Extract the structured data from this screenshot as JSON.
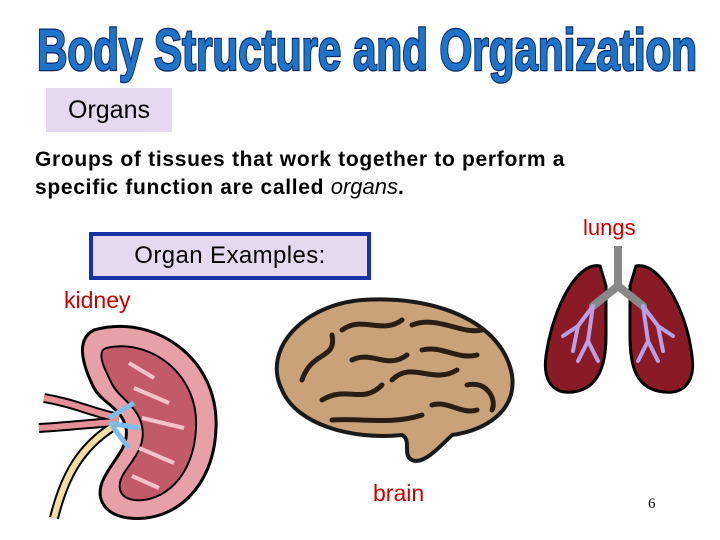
{
  "slide": {
    "title": "Body Structure and Organization",
    "section_label": "Organs",
    "definition_text": "Groups of tissues that work together to perform a specific function are called ",
    "definition_term": "organs",
    "definition_end": ".",
    "examples_label": "Organ Examples:",
    "labels": {
      "kidney": "kidney",
      "lungs": "lungs",
      "brain": "brain"
    },
    "page_number": "6"
  },
  "colors": {
    "title_fill": "#1f73c8",
    "title_stroke": "#0a2a66",
    "box_fill": "#e6d9ef",
    "box_border": "#1a32a8",
    "label_red": "#cc0000"
  },
  "icons": [
    "kidney-illustration",
    "brain-illustration",
    "lungs-illustration"
  ]
}
